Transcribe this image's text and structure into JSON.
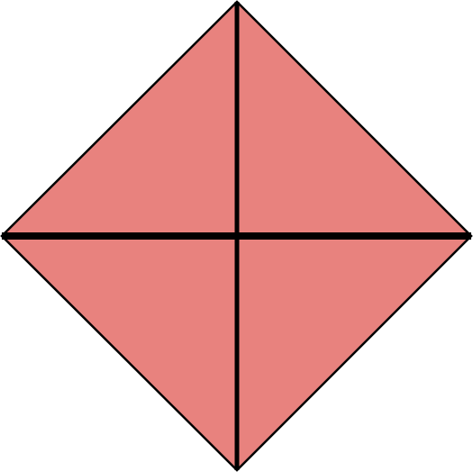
{
  "diagram": {
    "shape": "rhombus",
    "fill_color": "#E8827E",
    "stroke_color": "#000000",
    "diagonals": [
      {
        "name": "vertical-diagonal"
      },
      {
        "name": "horizontal-diagonal"
      }
    ],
    "regions": [
      {
        "name": "top-left-triangle"
      },
      {
        "name": "top-right-triangle"
      },
      {
        "name": "bottom-left-triangle"
      },
      {
        "name": "bottom-right-triangle"
      }
    ]
  }
}
